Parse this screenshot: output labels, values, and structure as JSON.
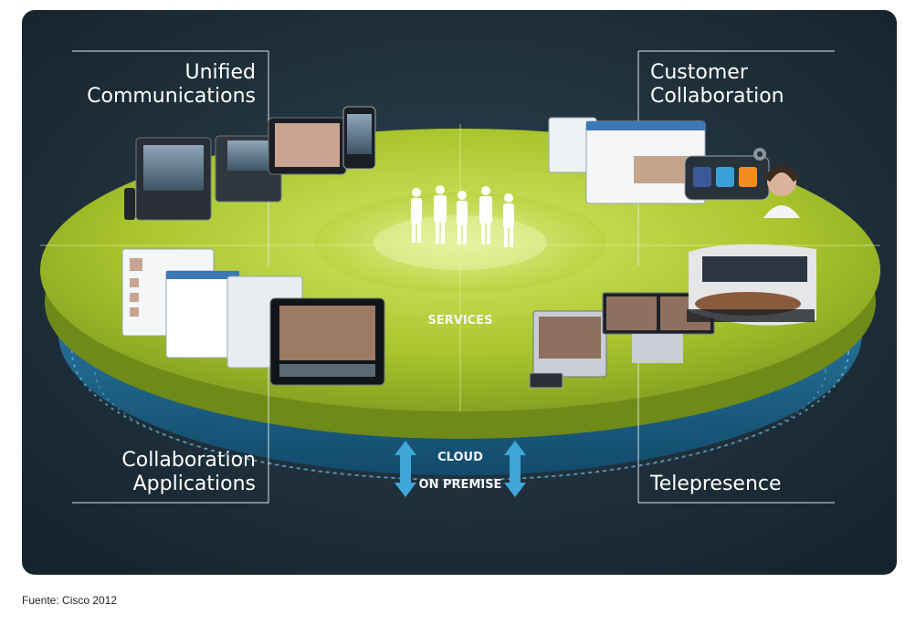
{
  "diagram": {
    "quadrants": {
      "top_left": [
        "Unified",
        "Communications"
      ],
      "top_right": [
        "Customer",
        "Collaboration"
      ],
      "bottom_left": [
        "Collaboration",
        "Applications"
      ],
      "bottom_right": [
        "Telepresence"
      ]
    },
    "center": {
      "services": "SERVICES",
      "cloud": "CLOUD",
      "on_premise": "ON PREMISE"
    },
    "colors": {
      "background": "#1d2d38",
      "disc": "#b3cc2e",
      "ring": "#2b8fc4"
    }
  },
  "caption": "Fuente: Cisco 2012"
}
